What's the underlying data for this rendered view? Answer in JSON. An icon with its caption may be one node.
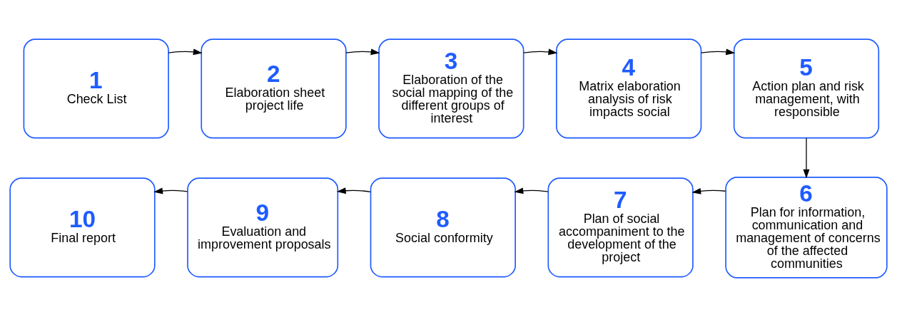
{
  "diagram": {
    "nodes": [
      {
        "text": [
          "1",
          "Check List"
        ]
      },
      {
        "text": [
          "2",
          "Elaboration sheet project life"
        ]
      },
      {
        "text": [
          "3",
          "Elaboration of the social mapping of the different groups of interest"
        ]
      },
      {
        "text": [
          "4",
          "Matrix elaboration analysis of risk impacts social"
        ]
      },
      {
        "text": [
          "5",
          "Action plan and risk management, with responsible"
        ]
      },
      {
        "text": [
          "6",
          "Plan for information, communication and management of concerns of the affected communities"
        ]
      },
      {
        "text": [
          "7",
          "Plan of social accompaniment to the development of the project"
        ]
      },
      {
        "text": [
          "8",
          "Social conformity"
        ]
      },
      {
        "text": [
          "9",
          "Evaluation and improvement proposals"
        ]
      },
      {
        "text": [
          "10",
          "Final report"
        ]
      }
    ],
    "edges": [
      {
        "from": 0,
        "to": 1,
        "arrow": "to"
      },
      {
        "from": 1,
        "to": 2,
        "arrow": "to"
      },
      {
        "from": 2,
        "to": 3,
        "arrow": "to"
      },
      {
        "from": 3,
        "to": 4,
        "arrow": "to"
      },
      {
        "from": 4,
        "to": 5,
        "arrow": "to"
      },
      {
        "from": 5,
        "to": 6,
        "arrow": "to"
      },
      {
        "from": 6,
        "to": 7,
        "arrow": "to"
      },
      {
        "from": 7,
        "to": 8,
        "arrow": "to"
      },
      {
        "from": 8,
        "to": 9,
        "arrow": "to"
      }
    ]
  }
}
